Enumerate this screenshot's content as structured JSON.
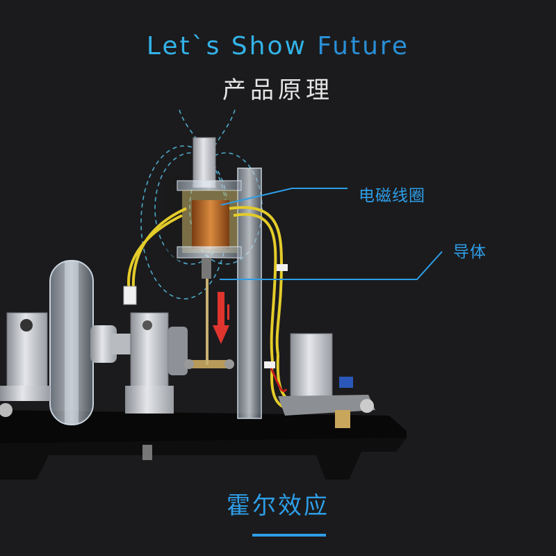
{
  "header": {
    "title_part1": "Let`s Show",
    "title_part2": "Future",
    "subtitle": "产品原理"
  },
  "callouts": {
    "coil_label": "电磁线圈",
    "conductor_label": "导体"
  },
  "footer": {
    "caption": "霍尔效应"
  },
  "colors": {
    "background": "#1b1b1d",
    "accent": "#2e9ee8",
    "accent_light": "#33b3e8",
    "text_light": "#e6e6e6"
  }
}
